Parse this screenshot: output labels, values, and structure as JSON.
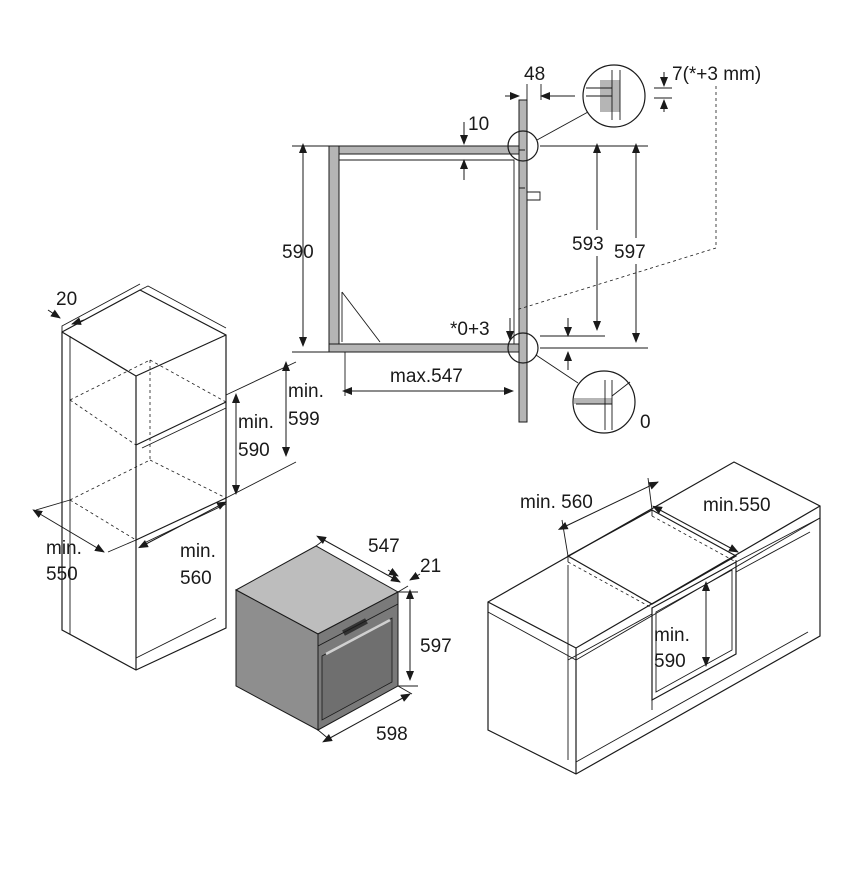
{
  "section_view": {
    "d_48": "48",
    "d_7": "7(*+3 mm)",
    "d_10": "10",
    "d_590": "590",
    "d_593": "593",
    "d_597": "597",
    "d_0_3": "*0+3",
    "d_max547": "max.547",
    "d_0": "0"
  },
  "tall_cabinet": {
    "d_20": "20",
    "d_min599_a": "min.",
    "d_min599_b": "599",
    "d_min590_a": "min.",
    "d_min590_b": "590",
    "d_min550_a": "min.",
    "d_min550_b": "550",
    "d_min560_a": "min.",
    "d_min560_b": "560"
  },
  "oven": {
    "d_547": "547",
    "d_21": "21",
    "d_597": "597",
    "d_598": "598"
  },
  "base_cabinet": {
    "d_min560": "min. 560",
    "d_min550": "min.550",
    "d_min590_a": "min.",
    "d_min590_b": "590"
  },
  "colors": {
    "line": "#1a1a1a",
    "panel_gray": "#b5b5b5",
    "oven_gray": "#8e8e8e",
    "oven_dark": "#6f6f6f"
  }
}
